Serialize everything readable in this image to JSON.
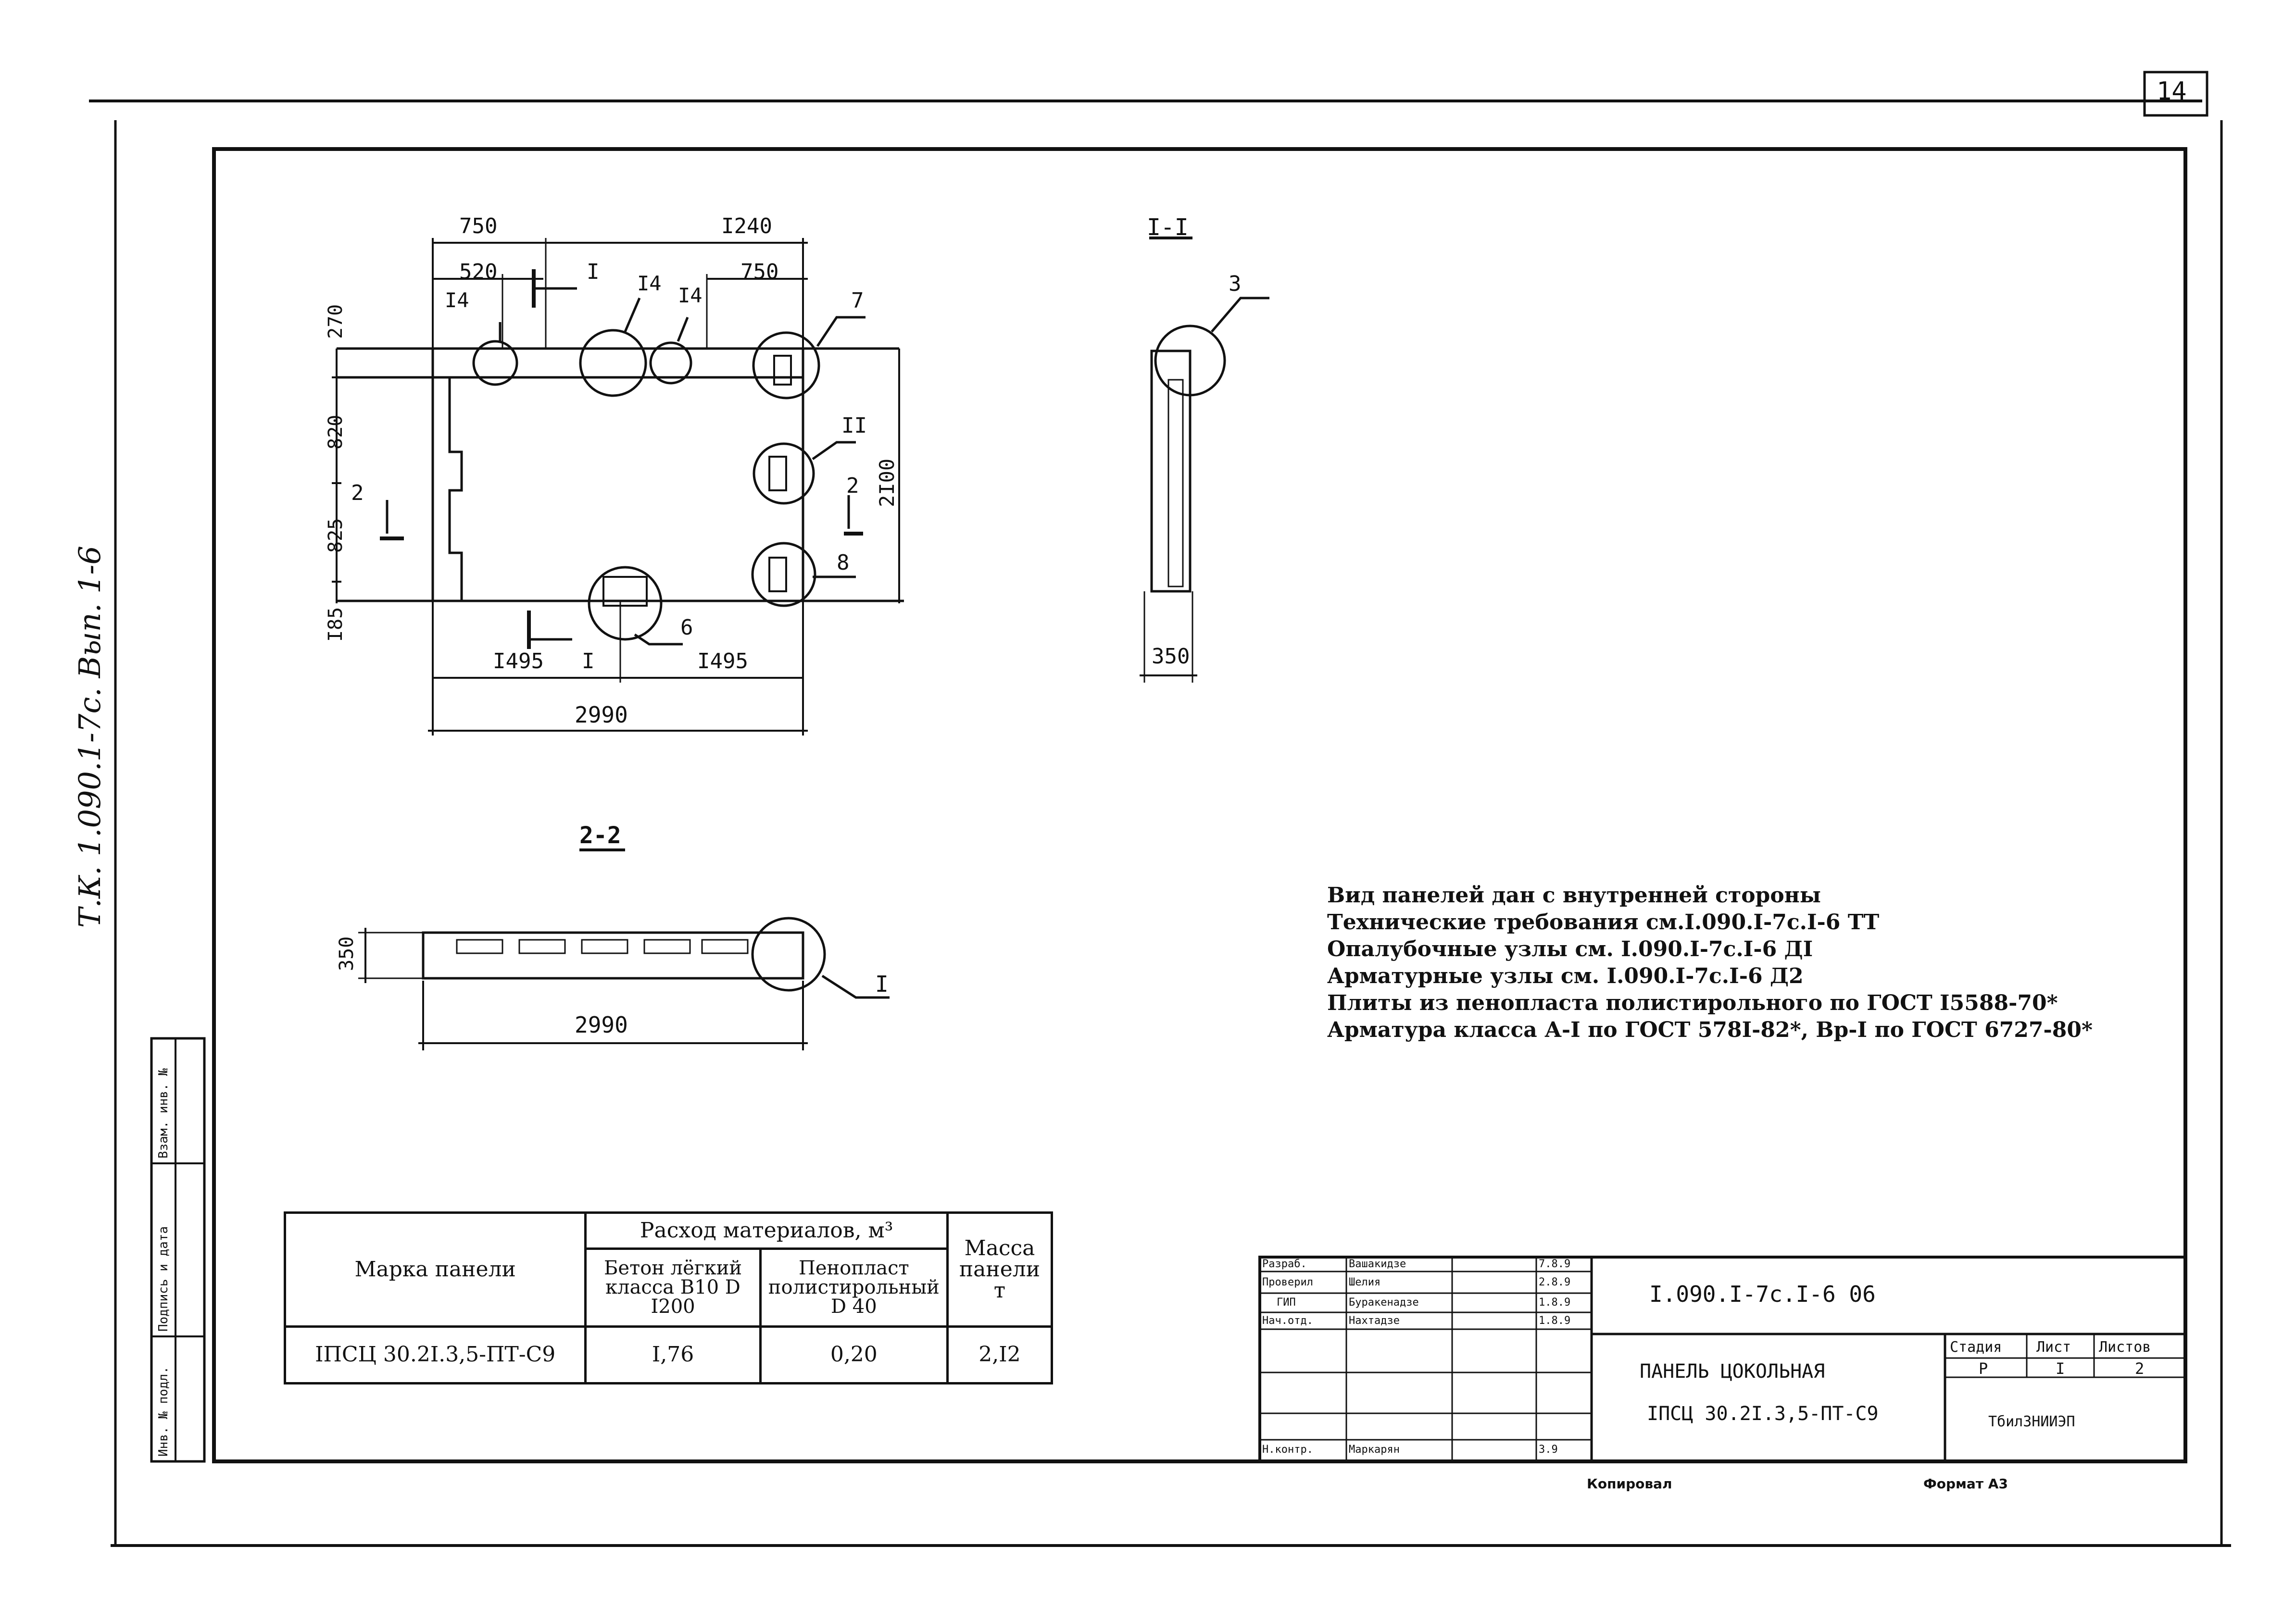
{
  "sheet_number": "14",
  "margin_note": "Т.К. 1.090.1-7с. Вып. 1-6",
  "plan_view": {
    "dims": {
      "top_left_outer": "750",
      "top_left_inner": "520",
      "top_right_outer": "I240",
      "top_right_inner": "750",
      "left_1": "270",
      "left_2": "820",
      "left_3": "825",
      "left_4": "I85",
      "right_height": "2I00",
      "bottom_left": "I495",
      "bottom_right": "I495",
      "bottom_total": "2990"
    },
    "callouts": [
      "I4",
      "I4",
      "I4",
      "7",
      "II",
      "8",
      "6"
    ],
    "section_marks": {
      "s1": "I",
      "s1b": "I",
      "s2": "2",
      "s2b": "2"
    }
  },
  "section_1_1": {
    "title": "I-I",
    "callout": "3",
    "width_dim": "350"
  },
  "section_2_2": {
    "title": "2-2",
    "callout": "I",
    "height_dim": "350",
    "length_dim": "2990"
  },
  "notes": [
    "Вид панелей дан с внутренней стороны",
    "Технические требования см.I.090.I-7с.I-6 ТТ",
    "Опалубочные узлы см. I.090.I-7с.I-6 ДI",
    "Арматурные узлы см. I.090.I-7с.I-6 Д2",
    "Плиты из пенопласта полистирольного по ГОСТ I5588-70*",
    "Арматура класса А-I по ГОСТ 578I-82*, Вр-I по ГОСТ 6727-80*"
  ],
  "materials_table": {
    "col_mark": "Марка панели",
    "col_consumption": "Расход материалов, м³",
    "col_concrete": "Бетон лёгкий класса В10 D I200",
    "col_foam": "Пенопласт полистирольный D 40",
    "col_mass": "Масса панели т",
    "row": {
      "mark": "IПСЦ 30.2I.3,5-ПТ-С9",
      "concrete": "I,76",
      "foam": "0,20",
      "mass": "2,I2"
    }
  },
  "side_stamp": {
    "cells": [
      "Инв. № подл.",
      "Подпись и дата",
      "Взам. инв. №"
    ]
  },
  "title_block": {
    "rows": [
      {
        "role": "Разраб.",
        "name": "Вашакидзе",
        "date": "7.8.9"
      },
      {
        "role": "Проверил",
        "name": "Шелия",
        "date": "2.8.9"
      },
      {
        "role": "ГИП",
        "name": "Буракенадзе",
        "date": "1.8.9"
      },
      {
        "role": "Нач.отд.",
        "name": "Нахтадзе",
        "date": "1.8.9"
      },
      {
        "role": "",
        "name": "",
        "date": ""
      },
      {
        "role": "",
        "name": "",
        "date": ""
      },
      {
        "role": "Н.контр.",
        "name": "Маркарян",
        "date": "3.9"
      }
    ],
    "doc_code": "I.090.I-7с.I-6 06",
    "title_line1": "ПАНЕЛЬ ЦОКОЛЬНАЯ",
    "title_line2": "IПСЦ 30.2I.3,5-ПТ-С9",
    "stage_label": "Стадия",
    "sheet_label": "Лист",
    "sheets_label": "Листов",
    "stage": "Р",
    "sheet": "I",
    "sheets": "2",
    "org": "ТбилЗНИИЭП",
    "copied": "Копировал",
    "format": "Формат А3"
  }
}
